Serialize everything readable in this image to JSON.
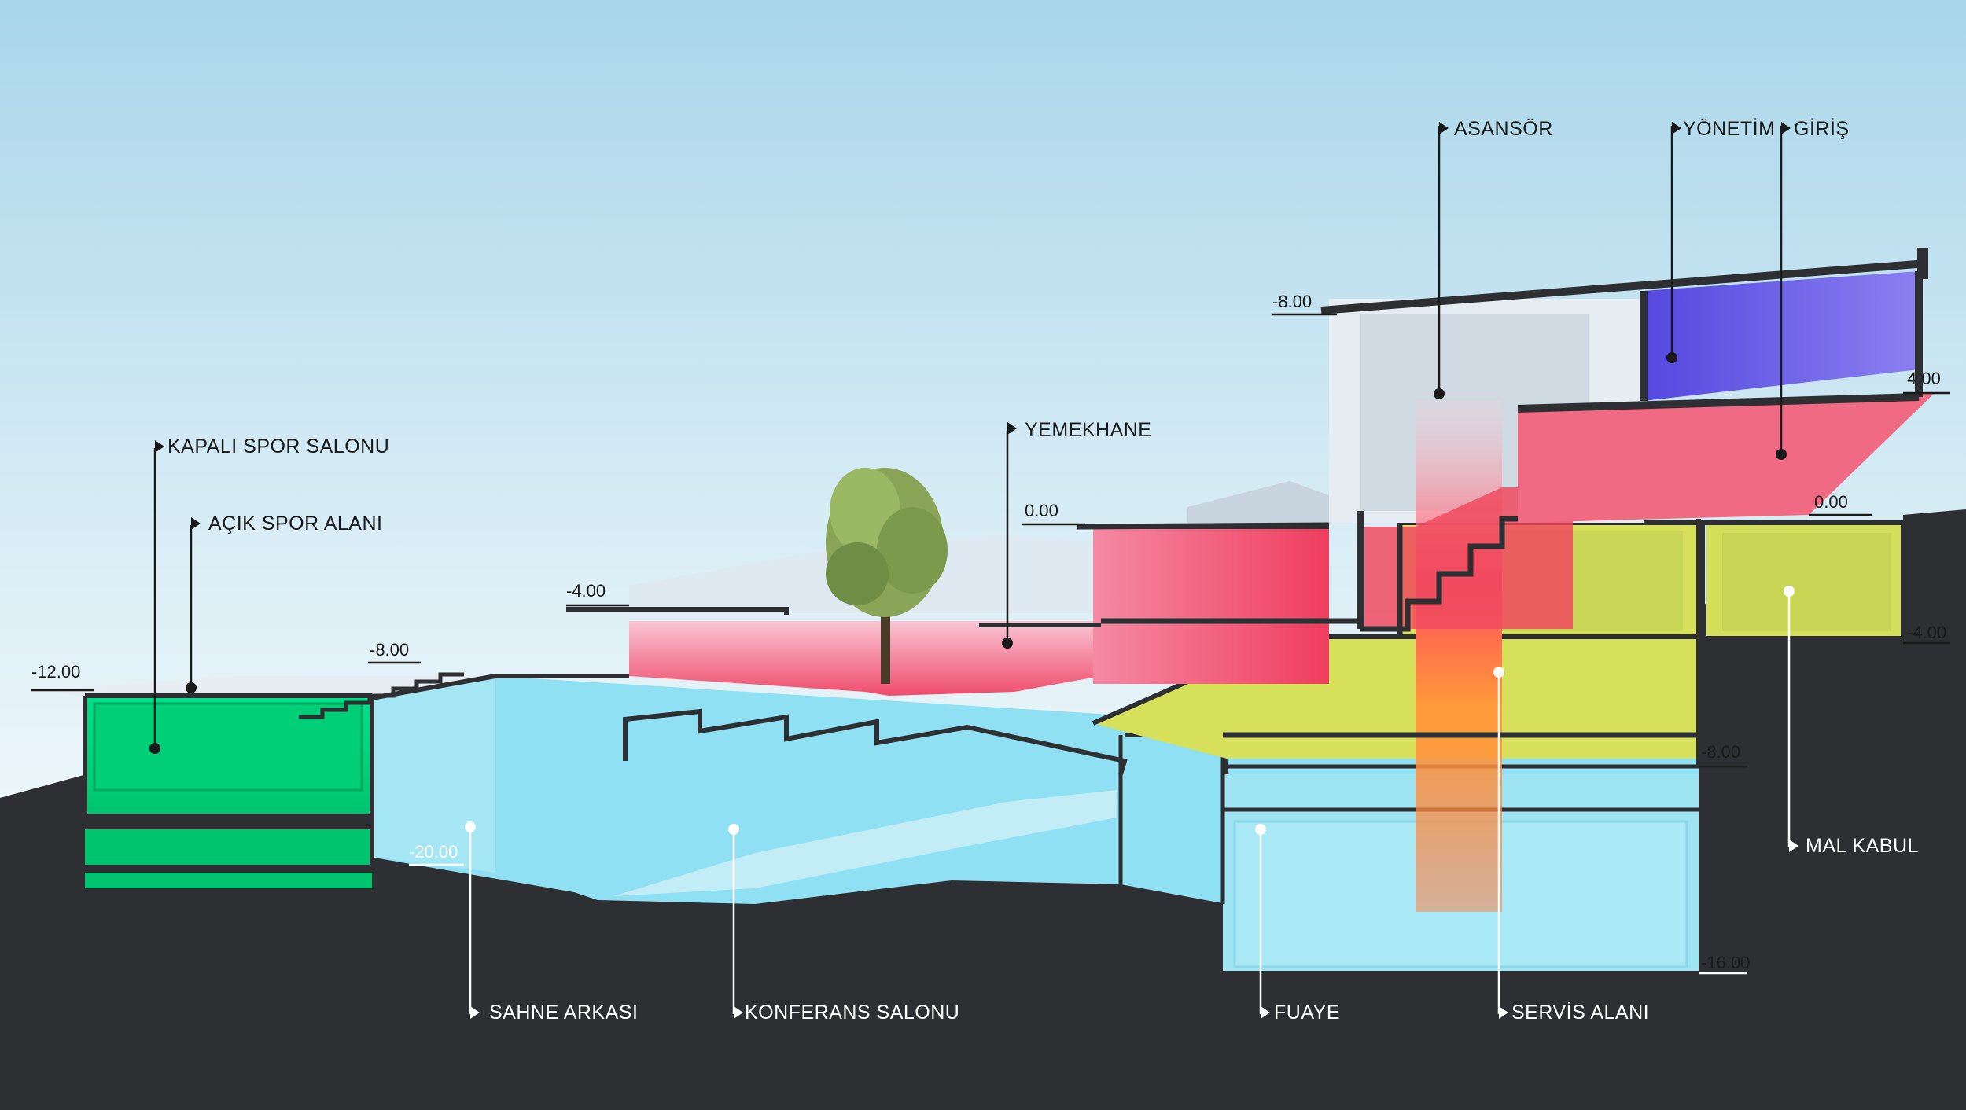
{
  "labels": {
    "kapali_spor_salonu": "KAPALI SPOR SALONU",
    "acik_spor_alani": "AÇIK SPOR ALANI",
    "yemekhane": "YEMEKHANE",
    "asansor": "ASANSÖR",
    "yonetim": "YÖNETİM",
    "giris": "GİRİŞ",
    "sahne_arkasi": "SAHNE ARKASI",
    "konferans_salonu": "KONFERANS SALONU",
    "fuaye": "FUAYE",
    "servis_alani": "SERVİS ALANI",
    "mal_kabul": "MAL KABUL"
  },
  "levels": {
    "l_minus12": "-12.00",
    "l_minus8_left": "-8.00",
    "l_minus4_left": "-4.00",
    "l_zero_mid": "0.00",
    "l_minus8_top": "-8.00",
    "l_4": "4.00",
    "l_zero_right": "0.00",
    "l_minus4_right": "-4.00",
    "l_minus8_right": "-8.00",
    "l_minus20": "-20.00",
    "l_minus16": "-16.00"
  },
  "colors": {
    "sky_top": "#aed8ea",
    "ground": "#2e2f33",
    "sport": "#00d77f",
    "blue": "#8fe0f2",
    "red": "#f04a6a",
    "yellow": "#d7e15a",
    "purple": "#5c50dd",
    "orange": "#ff8a2a"
  }
}
